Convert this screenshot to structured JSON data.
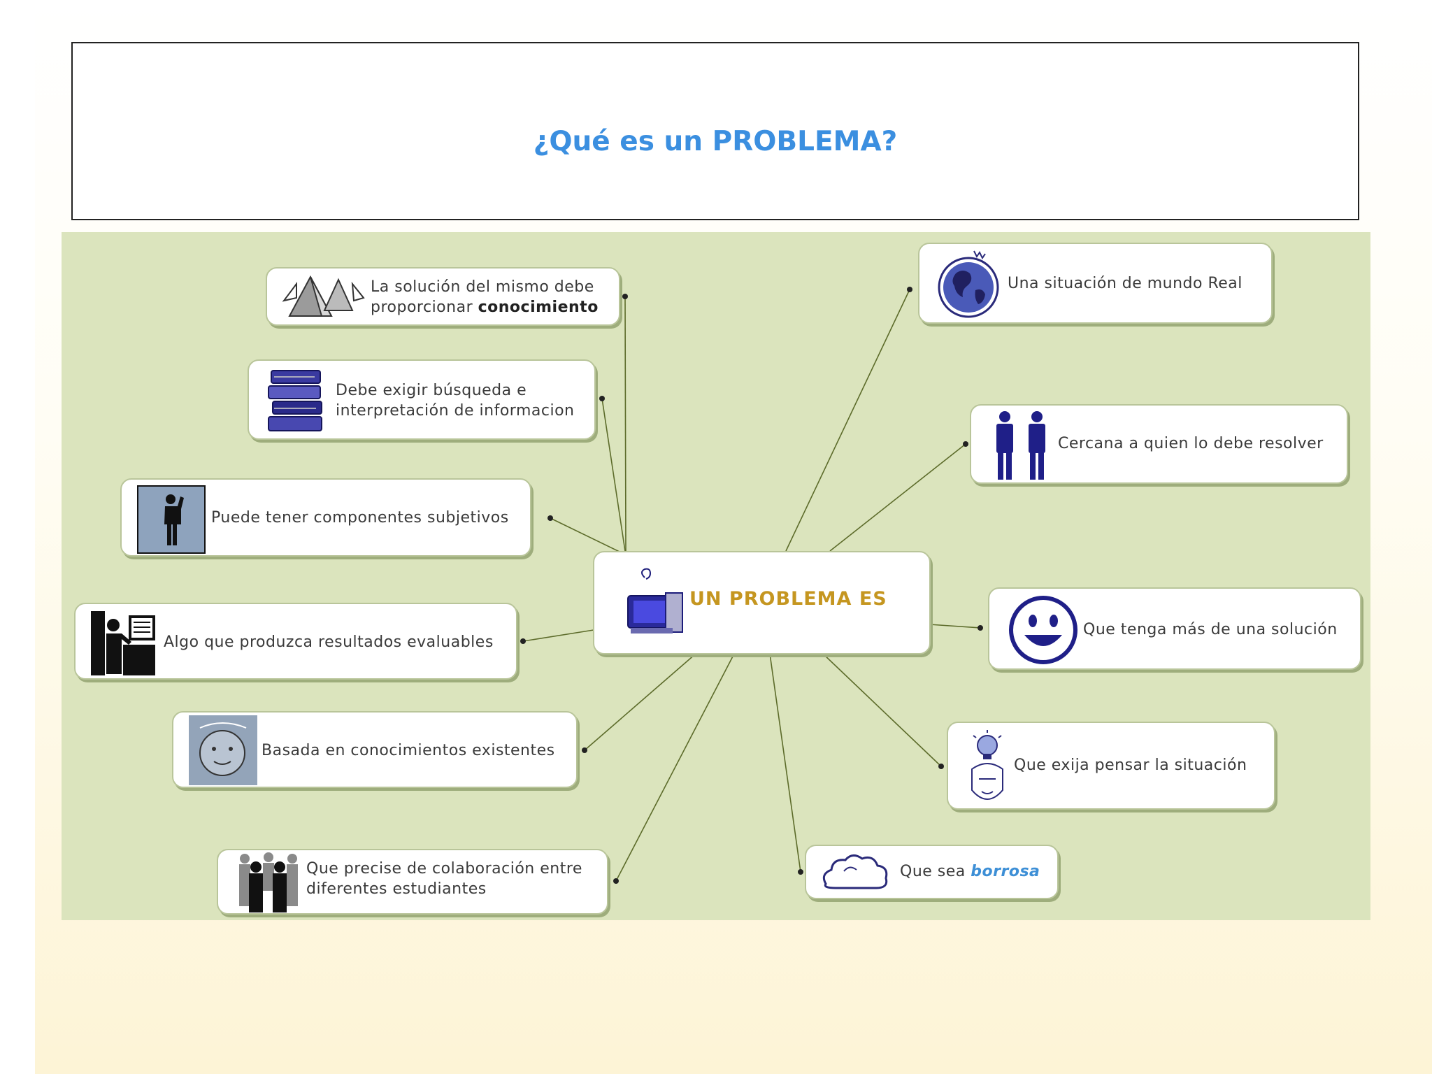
{
  "title": "¿Qué es un PROBLEMA?",
  "center": {
    "label": "UN PROBLEMA ES",
    "icon": "computer-icon"
  },
  "nodes": {
    "conocimiento": {
      "text": "La solución del mismo debe",
      "text2": "proporcionar ",
      "strong": "conocimiento",
      "icon": "pyramid-icon"
    },
    "busqueda": {
      "text": "Debe exigir búsqueda e",
      "text2": "interpretación de informacion",
      "icon": "books-icon"
    },
    "subjetivos": {
      "text": "Puede tener componentes subjetivos",
      "icon": "person-icon"
    },
    "evaluables": {
      "text": "Algo que produzca resultados evaluables",
      "icon": "person-board-icon"
    },
    "existentes": {
      "text": "Basada en conocimientos existentes",
      "icon": "face-icon"
    },
    "colaboracion": {
      "text": "Que precise de colaboración entre",
      "text2": "diferentes estudiantes",
      "icon": "group-icon"
    },
    "real": {
      "text": "Una situación de  mundo Real",
      "icon": "globe-icon"
    },
    "cercana": {
      "text": "Cercana a quien lo debe resolver",
      "icon": "two-people-icon"
    },
    "solucion": {
      "text": "Que tenga más de una solución",
      "icon": "smiley-icon"
    },
    "pensar": {
      "text": "Que exija pensar la situación",
      "icon": "lightbulb-head-icon"
    },
    "borrosa": {
      "text": "Que sea ",
      "emph": "borrosa",
      "icon": "cloud-icon"
    }
  },
  "colors": {
    "title": "#3b8fe0",
    "center_label": "#c59620",
    "map_bg": "#dbe4bd",
    "connector": "#5c6b2a"
  }
}
